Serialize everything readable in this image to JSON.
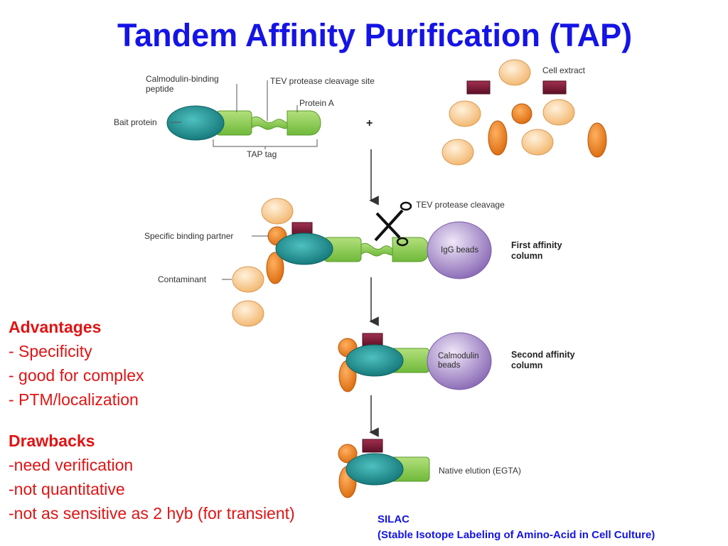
{
  "title": "Tandem Affinity Purification (TAP)",
  "diagram": {
    "labels": {
      "calmodulin_binding_peptide": [
        "Calmodulin-binding",
        "peptide"
      ],
      "tev_cleavage_site": "TEV protease cleavage site",
      "protein_a": "Protein A",
      "bait_protein": "Bait protein",
      "tap_tag": "TAP tag",
      "plus": "+",
      "cell_extract": "Cell extract",
      "tev_protease_cleavage": "TEV protease cleavage",
      "specific_binding_partner": "Specific binding partner",
      "contaminant": "Contaminant",
      "igg_beads": "IgG beads",
      "first_affinity_column": [
        "First affinity",
        "column"
      ],
      "calmodulin_beads": [
        "Calmodulin",
        "beads"
      ],
      "second_affinity_column": [
        "Second affinity",
        "column"
      ],
      "native_elution": "Native elution (EGTA)"
    },
    "colors": {
      "bait_protein": "#1f8f8f",
      "tag": "#8ccf4e",
      "contaminant": "#f6c58c",
      "binding_partner": "#ee8a2e",
      "complex_member": "#7e1838",
      "beads": "#a58bcb",
      "scissors": "#111111"
    }
  },
  "advantages": {
    "heading": "Advantages",
    "items": [
      "- Specificity",
      "- good for complex",
      "- PTM/localization"
    ]
  },
  "drawbacks": {
    "heading": "Drawbacks",
    "items": [
      "-need verification",
      "-not quantitative",
      "-not as sensitive as 2 hyb (for transient)"
    ]
  },
  "silac": {
    "line1": "SILAC",
    "line2": "(Stable Isotope Labeling of Amino-Acid in Cell Culture)"
  }
}
